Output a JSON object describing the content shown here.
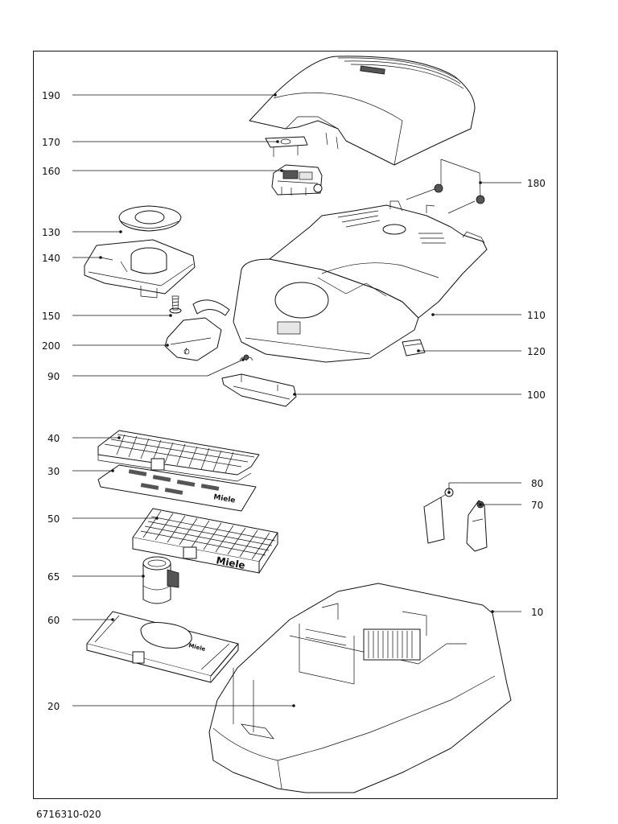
{
  "document_id": "6716310-020",
  "part_labels": {
    "p190": "190",
    "p170": "170",
    "p160": "160",
    "p130": "130",
    "p140": "140",
    "p150": "150",
    "p200": "200",
    "p90": "90",
    "p40": "40",
    "p30": "30",
    "p50": "50",
    "p65": "65",
    "p60": "60",
    "p20": "20",
    "p180": "180",
    "p110": "110",
    "p120": "120",
    "p100": "100",
    "p80": "80",
    "p70": "70",
    "p10": "10"
  },
  "imprints": {
    "filter_brand": "Miele",
    "filter_small_brand": "Miele",
    "lid_brand": "Miele"
  }
}
